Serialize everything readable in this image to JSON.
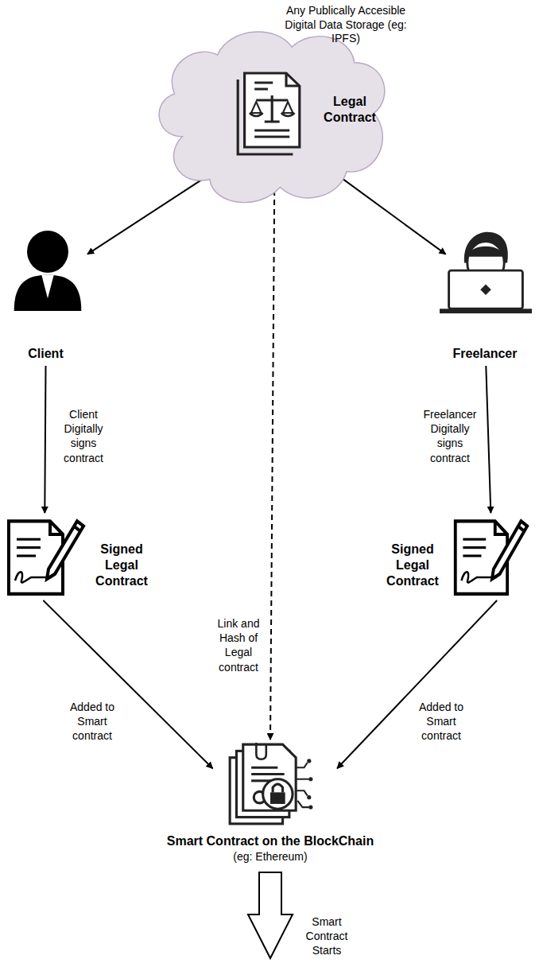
{
  "diagram": {
    "nodes": [
      {
        "text": [
          "Any Publically Accesible Digital Data Storage (eg: IPFS)"
        ]
      },
      {
        "text": [
          "Legal Contract"
        ],
        "in": 0
      },
      {
        "text": [
          "Client"
        ]
      },
      {
        "text": [
          "Freelancer"
        ]
      },
      {
        "text": [
          "Signed Legal Contract"
        ]
      },
      {
        "text": [
          "Signed Legal Contract"
        ]
      },
      {
        "text": [
          "Smart Contract on the BlockChain",
          "(eg: Ethereum)"
        ]
      }
    ],
    "edges": [
      {
        "from": 0,
        "to": 2,
        "arrow": "to"
      },
      {
        "from": 0,
        "to": 3,
        "arrow": "to"
      },
      {
        "from": 2,
        "to": 4,
        "label": "Client Digitally signs contract",
        "arrow": "to"
      },
      {
        "from": 3,
        "to": 5,
        "label": "Freelancer Digitally signs contract",
        "arrow": "to"
      },
      {
        "from": 4,
        "to": 6,
        "label": "Added to Smart contract",
        "arrow": "to"
      },
      {
        "from": 5,
        "to": 6,
        "label": "Added to Smart contract",
        "arrow": "to"
      },
      {
        "from": 6,
        "to": 1,
        "label": "Link and Hash of Legal contract",
        "arrow": "both"
      }
    ],
    "labels": [
      "Smart Contract Starts"
    ]
  }
}
